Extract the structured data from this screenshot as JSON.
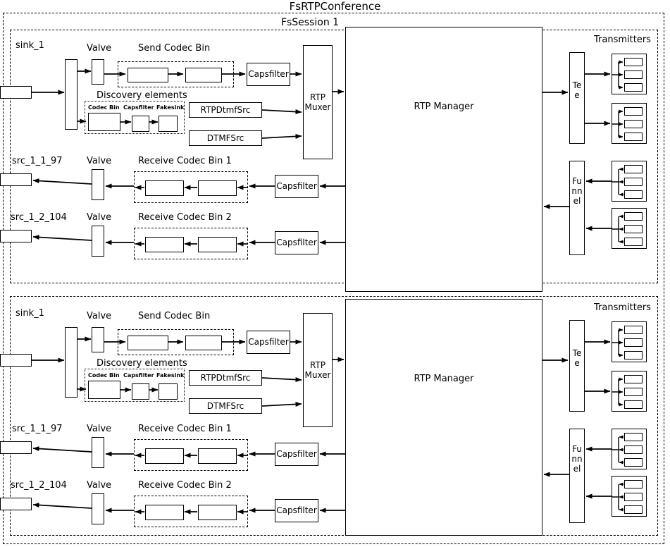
{
  "title": "FsRTPConference",
  "session": {
    "label": "FsSession 1"
  },
  "labels": {
    "sink_pad": "sink_1",
    "src_pad_1": "src_1_1_97",
    "src_pad_2": "src_1_2_104",
    "valve": "Valve",
    "send_codec_bin": "Send Codec Bin",
    "receive_codec_bin_1": "Receive Codec Bin 1",
    "receive_codec_bin_2": "Receive Codec Bin 2",
    "capsfilter": "Capsfilter",
    "discovery": "Discovery elements",
    "discovery_codec_bin": "Codec Bin",
    "discovery_capsfilter": "Capsfilter",
    "discovery_fakesink": "Fakesink",
    "rtpdtmfsrc": "RTPDtmfSrc",
    "dtmfsrc": "DTMFSrc",
    "rtp_muxer": "RTP Muxer",
    "rtp_manager": "RTP Manager",
    "transmitters": "Transmitters",
    "tee": "Tee",
    "funnel": "Funnel"
  }
}
